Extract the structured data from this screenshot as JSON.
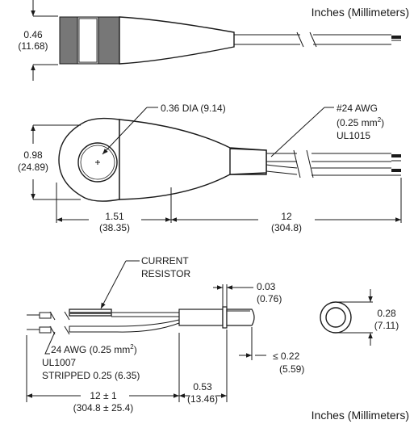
{
  "units_top": "Inches (Millimeters)",
  "units_bottom": "Inches (Millimeters)",
  "side_view": {
    "dim_height_in": "0.46",
    "dim_height_mm": "(11.68)"
  },
  "top_view": {
    "hole_callout": "0.36 DIA (9.14)",
    "wire_line1": "#24 AWG",
    "wire_line2_a": "(0.25 mm",
    "wire_line2_sup": "2",
    "wire_line2_b": ")",
    "wire_line3": "UL1015",
    "dim_height_in": "0.98",
    "dim_height_mm": "(24.89)",
    "dim_body_in": "1.51",
    "dim_body_mm": "(38.35)",
    "dim_lead_in": "12",
    "dim_lead_mm": "(304.8)"
  },
  "lamp_view": {
    "resistor_line1": "CURRENT",
    "resistor_line2": "RESISTOR",
    "dim_flange_in": "0.03",
    "dim_flange_mm": "(0.76)",
    "dim_dia_in": "0.28",
    "dim_dia_mm": "(7.11)",
    "wire_line1_a": "24 AWG (0.25 mm",
    "wire_line1_sup": "2",
    "wire_line1_b": ")",
    "wire_line2": "UL1007",
    "wire_line3": "STRIPPED 0.25 (6.35)",
    "dim_tip_in": "≤ 0.22",
    "dim_tip_mm": "(5.59)",
    "dim_lead_in": "12 ± 1",
    "dim_lead_mm": "(304.8 ± 25.4)",
    "dim_body_in": "0.53",
    "dim_body_mm": "(13.46)"
  }
}
